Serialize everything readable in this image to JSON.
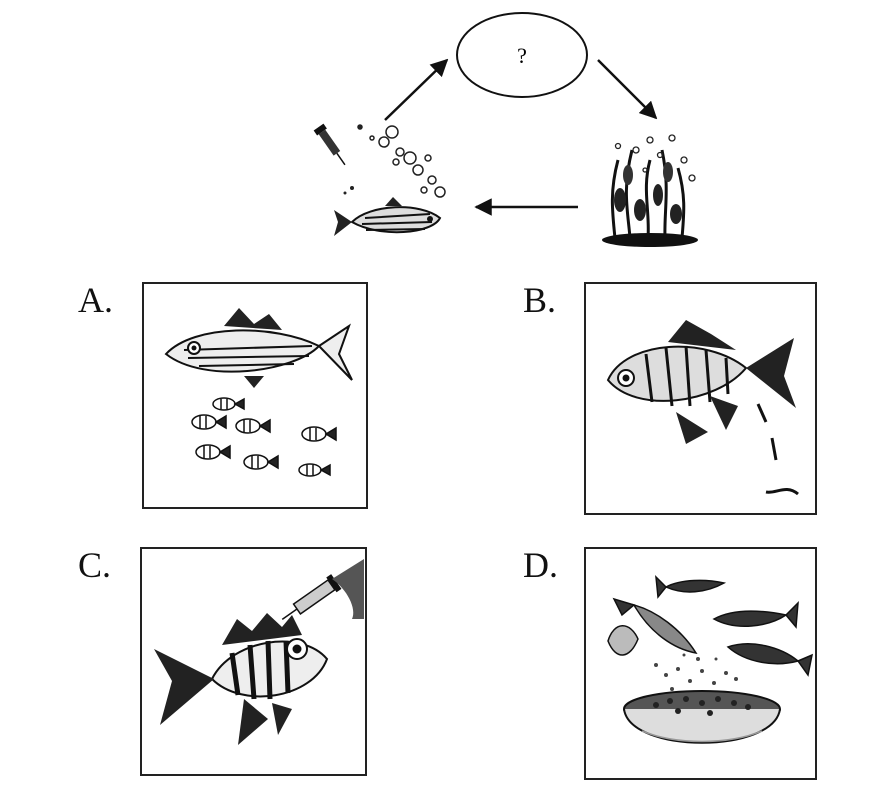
{
  "cycle": {
    "unknown_label": "?"
  },
  "options": [
    {
      "letter": "A."
    },
    {
      "letter": "B."
    },
    {
      "letter": "C."
    },
    {
      "letter": "D."
    }
  ]
}
